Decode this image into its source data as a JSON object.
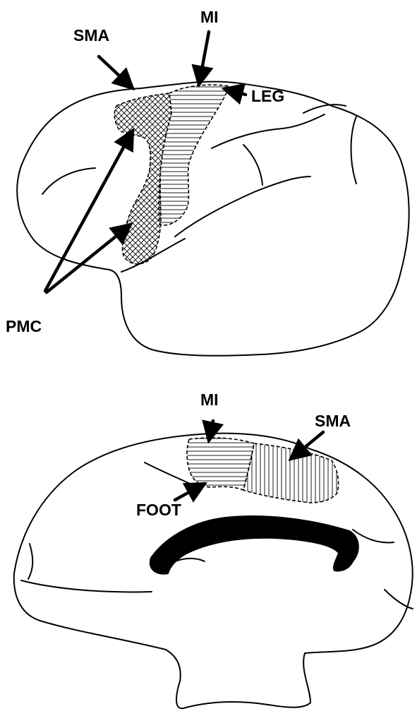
{
  "lateral_view": {
    "labels": {
      "sma": "SMA",
      "mi": "MI",
      "leg": "LEG",
      "pmc": "PMC"
    }
  },
  "medial_view": {
    "labels": {
      "mi": "MI",
      "sma": "SMA",
      "foot": "FOOT"
    }
  },
  "colors": {
    "line": "#000000",
    "background": "#ffffff"
  }
}
